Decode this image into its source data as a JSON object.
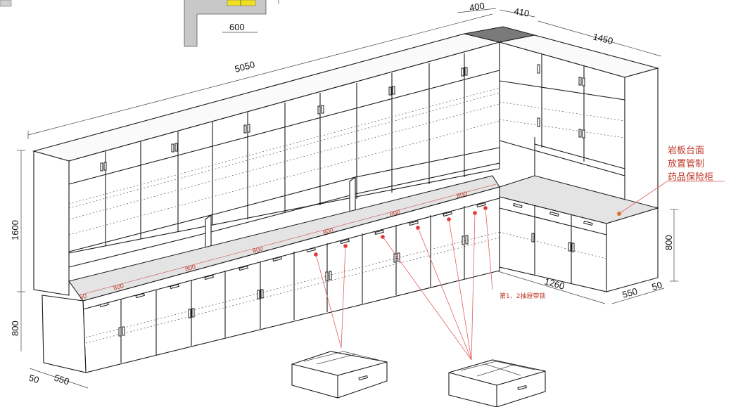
{
  "dimensions": {
    "total_length": "5050",
    "corner_depth": "400",
    "corner_width": "410",
    "side_length": "1450",
    "detail_width": "600",
    "upper_height": "1600",
    "base_height_left": "800",
    "base_depth_left": "550",
    "base_offset_left": "50",
    "base_height_right": "800",
    "return_length": "1260",
    "base_depth_right": "550",
    "base_offset_right": "50",
    "drawer_module_widths": [
      "800",
      "800",
      "800",
      "800",
      "800",
      "800"
    ],
    "start_offset": "50"
  },
  "annotations": {
    "countertop_note_line1": "岩板台面",
    "countertop_note_line2": "放置管制",
    "countertop_note_line3": "药品保险柜",
    "drawer_lock_note": "第1、2抽屉带锁"
  },
  "colors": {
    "note_red": "#c0392b",
    "indicator_red": "#e03030",
    "detail_yellow": "#f0e020",
    "countertop_gray": "#e4e4e4"
  }
}
